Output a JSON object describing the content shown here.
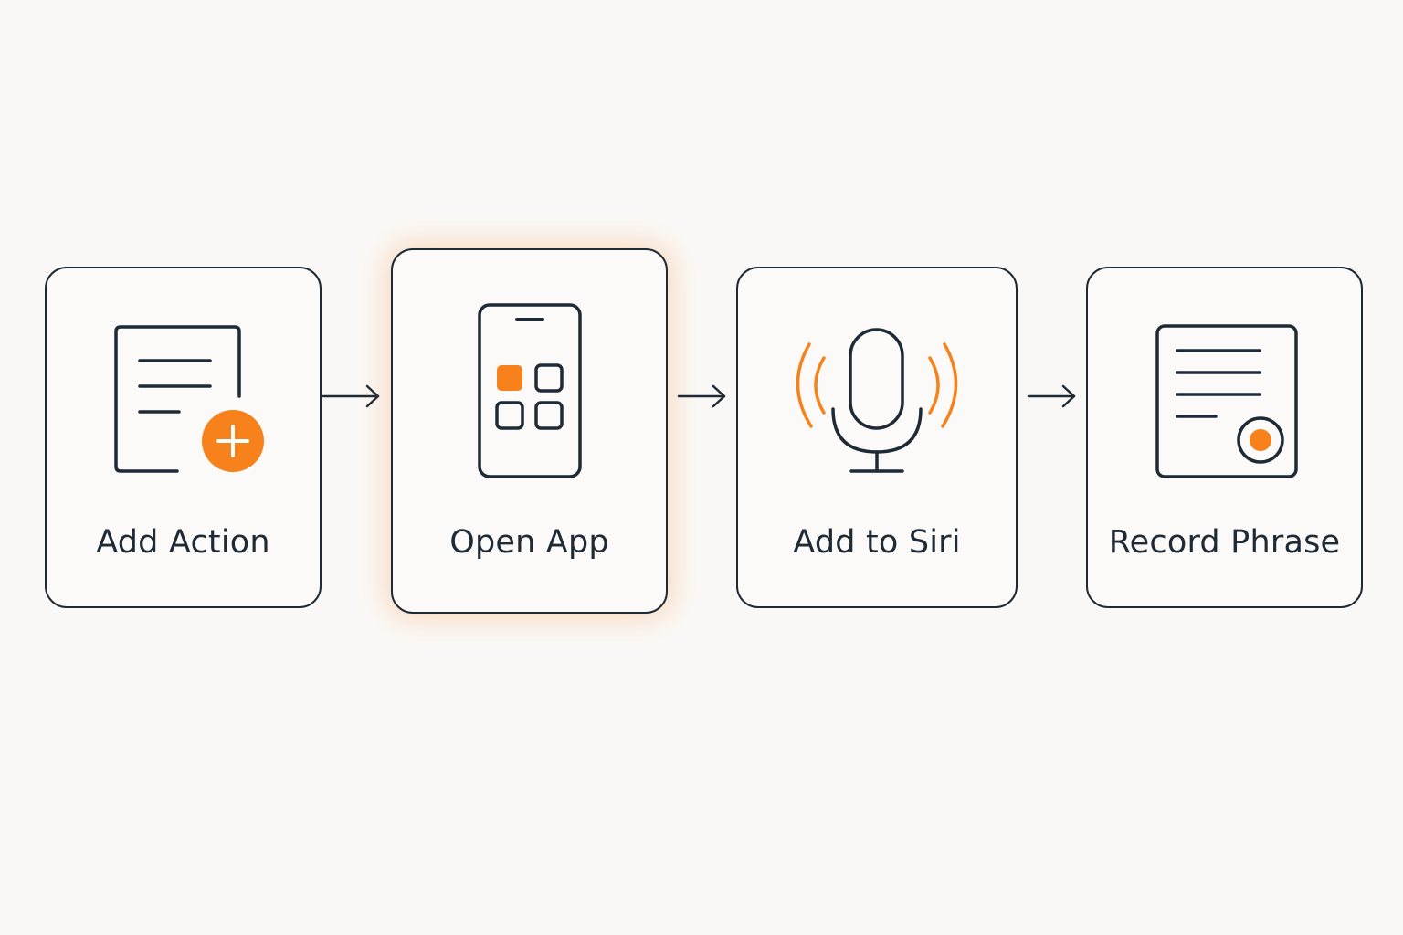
{
  "colors": {
    "background": "#faf8f6",
    "stroke": "#1e2a35",
    "accent": "#f7821b"
  },
  "steps": [
    {
      "label": "Add Action",
      "icon": "document-plus-icon"
    },
    {
      "label": "Open App",
      "icon": "phone-apps-icon",
      "highlighted": true
    },
    {
      "label": "Add to Siri",
      "icon": "microphone-icon"
    },
    {
      "label": "Record Phrase",
      "icon": "document-record-icon"
    }
  ]
}
